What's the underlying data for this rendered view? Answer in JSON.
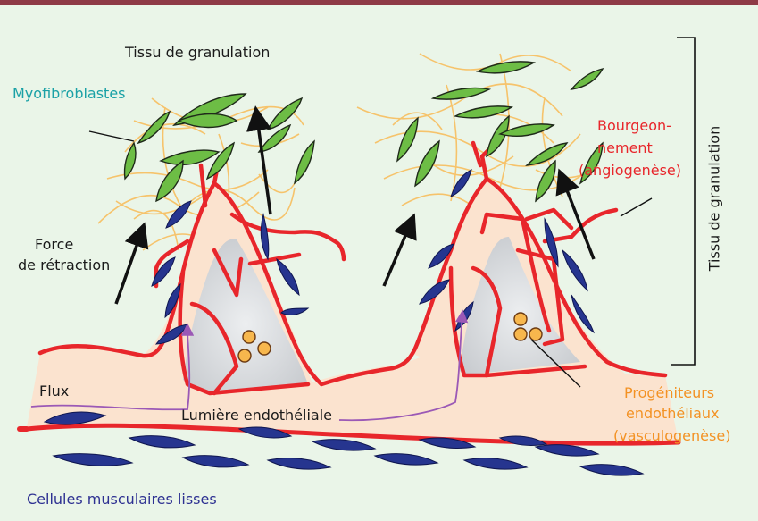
{
  "labels": {
    "tissu_top": "Tissu de granulation",
    "myofibroblastes": "Myofibroblastes",
    "force_line1": "Force",
    "force_line2": "de rétraction",
    "bourgeon_line1": "Bourgeon-",
    "bourgeon_line2": "nement",
    "bourgeon_line3": "(angiogenèse)",
    "tissu_vertical": "Tissu de granulation",
    "flux": "Flux",
    "lumiere": "Lumière endothéliale",
    "progeniteurs_line1": "Progéniteurs",
    "progeniteurs_line2": "endothéliaux",
    "progeniteurs_line3": "(vasculogenèse)",
    "cellules": "Cellules musculaires lisses"
  },
  "colors": {
    "background": "#eaf5e8",
    "top_bar": "#8e3a46",
    "vessel_fill": "#fbe3cf",
    "vessel_wall": "#e8262b",
    "lumen": "#d9dbdd",
    "myofibroblast": "#6dbd45",
    "smooth_muscle": "#26358f",
    "fibers": "#f6c36b",
    "progenitor": "#f7b74d",
    "flux_arrow": "#9b59b6",
    "teal_label": "#1aa1a6",
    "red_label": "#e8262b",
    "orange_label": "#f39224",
    "blue_label": "#2e3192"
  }
}
